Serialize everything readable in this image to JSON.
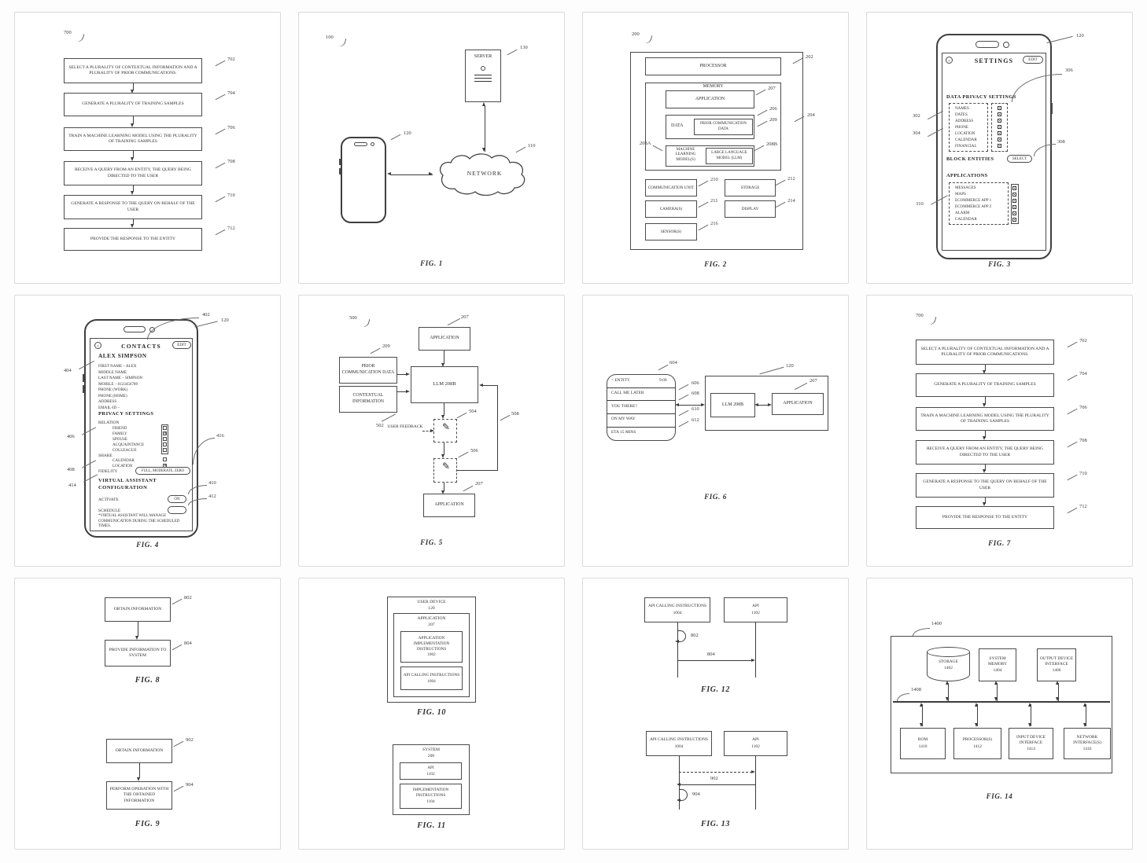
{
  "page": {
    "ink": "#3a3a3a",
    "card_border": "#dadada",
    "background": "#ffffff"
  },
  "icons": {
    "back": "‹",
    "pencil": "✎",
    "check": "✕"
  },
  "flow700": {
    "label": "700",
    "caption": "FIG. 7",
    "steps": [
      {
        "text": "SELECT A PLURALITY OF CONTEXTUAL INFORMATION AND A PLURALITY OF PRIOR COMMUNICATIONS.",
        "ref": "702"
      },
      {
        "text": "GENERATE A PLURALITY OF TRAINING SAMPLES",
        "ref": "704"
      },
      {
        "text": "TRAIN A MACHINE LEARNING MODEL USING THE PLURALITY OF TRAINING SAMPLES",
        "ref": "706"
      },
      {
        "text": "RECEIVE A QUERY FROM AN ENTITY, THE QUERY BEING DIRECTED TO THE USER",
        "ref": "708"
      },
      {
        "text": "GENERATE A RESPONSE TO THE QUERY ON BEHALF OF THE USER",
        "ref": "710"
      },
      {
        "text": "PROVIDE THE RESPONSE TO THE ENTITY",
        "ref": "712"
      }
    ]
  },
  "fig1": {
    "label": "100",
    "caption": "FIG. 1",
    "server": "SERVER",
    "server_ref": "130",
    "phone_ref": "120",
    "network": "NETWORK",
    "network_ref": "110"
  },
  "fig2": {
    "label": "200",
    "caption": "FIG. 2",
    "processor": "PROCESSOR",
    "processor_ref": "202",
    "memory": "MEMORY",
    "memory_ref": "204",
    "application": "APPLICATION",
    "application_ref": "207",
    "data": "DATA",
    "data_ref": "206",
    "prior_comm": "PRIOR COMMUNICATION DATA",
    "prior_comm_ref": "209",
    "ml_models": "MACHINE LEARNING MODEL(S)",
    "ml_models_ref": "208A",
    "llm": "LARGE LANGUAGE MODEL (LLM)",
    "llm_ref": "208B",
    "comm_unit": "COMMUNICATION UNIT",
    "comm_unit_ref": "210",
    "cameras": "CAMERA(S)",
    "cameras_ref": "211",
    "sensors": "SENSOR(S)",
    "sensors_ref": "216",
    "storage": "STORAGE",
    "storage_ref": "212",
    "display": "DISPLAY",
    "display_ref": "214"
  },
  "fig3": {
    "caption": "FIG. 3",
    "phone_ref": "120",
    "title": "SETTINGS",
    "edit": "EDIT",
    "privacy_heading": "DATA PRIVACY SETTINGS",
    "privacy_items": [
      "NAMES",
      "DATES",
      "ADDRESS",
      "PHONE",
      "LOCATION",
      "CALENDAR",
      "FINANCIAL"
    ],
    "privacy_list_ref": "302",
    "privacy_list_ref2": "304",
    "privacy_checks_ref": "306",
    "block_heading": "BLOCK ENTITIES",
    "select": "SELECT",
    "select_ref": "308",
    "apps_heading": "APPLICATIONS",
    "apps_items": [
      "MESSAGES",
      "MAPS",
      "ECOMMERCE APP 1",
      "ECOMMERCE APP 2",
      "ALARM",
      "CALENDAR"
    ],
    "apps_ref": "310"
  },
  "fig4": {
    "caption": "FIG. 4",
    "phone_ref": "120",
    "title_ref": "402",
    "title": "CONTACTS",
    "edit": "EDIT",
    "name": "ALEX SIMPSON",
    "name_ref": "404",
    "fields": [
      "FIRST NAME – ALEX",
      "MIDDLE NAME",
      "LAST NAME – SIMPSON",
      "MOBILE – 0123456789",
      "PHONE (WORK)",
      "PHONE (HOME)",
      "ADDRESS",
      "EMAIL-ID –"
    ],
    "privacy_heading": "PRIVACY SETTINGS",
    "relation_label": "RELATION",
    "relation_ref": "406",
    "relation_items": [
      "FRIEND",
      "FAMILY",
      "SPOUSE",
      "ACQUAINTANCE",
      "COLLEAGUE"
    ],
    "share_label": "SHARE",
    "share_ref": "408",
    "share_items": [
      "CALENDAR",
      "LOCATION"
    ],
    "fidelity_label": "FIDELITY",
    "fidelity_ref": "414",
    "fidelity_value": "FULL, MODERATE, ZERO",
    "fidelity_value_ref": "416",
    "va_heading_1": "VIRTUAL ASSISTANT",
    "va_heading_2": "CONFIGURATION",
    "activate_label": "ACTIVATE",
    "activate_value": "ON",
    "activate_ref": "410",
    "schedule_label": "SCHEDULE",
    "schedule_ref": "412",
    "note": "*VIRTUAL ASSISTANT WILL MANAGE COMMUNICATION DURING THE SCHEDULED TIMES."
  },
  "fig5": {
    "label": "500",
    "caption": "FIG. 5",
    "app_top": "APPLICATION",
    "app_top_ref": "207",
    "prior": "PRIOR COMMUNICATION DATA",
    "prior_ref": "209",
    "ctx": "CONTEXTUAL INFORMATION",
    "ctx_ref": "502",
    "llm": "LLM 208B",
    "draft1_ref": "504",
    "draft2_ref": "506",
    "feedback": "USER FEEDBACK",
    "loop_ref": "508",
    "app_bottom": "APPLICATION",
    "app_bottom_ref": "207"
  },
  "fig6": {
    "caption": "FIG. 6",
    "chat_ref": "604",
    "chat_header": "< ENTITY",
    "chat_time": "9:09",
    "messages": [
      {
        "text": "CALL ME LATER",
        "ref": "606"
      },
      {
        "text": "YOU THERE?",
        "ref": "608"
      },
      {
        "text": "ON MY WAY",
        "ref": "610"
      },
      {
        "text": "ETA 15 MINS",
        "ref": "612"
      }
    ],
    "device_ref": "120",
    "llm": "LLM 208B",
    "app": "APPLICATION",
    "app_ref": "207"
  },
  "fig8": {
    "caption": "FIG. 8",
    "steps": [
      {
        "text": "OBTAIN INFORMATION",
        "ref": "802"
      },
      {
        "text": "PROVIDE INFORMATION TO SYSTEM",
        "ref": "804"
      }
    ]
  },
  "fig9": {
    "caption": "FIG. 9",
    "steps": [
      {
        "text": "OBTAIN INFORMATION",
        "ref": "902"
      },
      {
        "text": "PERFORM OPERATION WITH THE OBTAINED INFORMATION",
        "ref": "904"
      }
    ]
  },
  "fig10": {
    "caption": "FIG. 10",
    "device": "USER DEVICE",
    "device_num": "120",
    "app": "APPLICATION",
    "app_num": "207",
    "impl": "APPLICATION IMPLEMENTATION INSTRUCTIONS",
    "impl_num": "1002",
    "api": "API CALLING INSTRUCTIONS",
    "api_num": "1004"
  },
  "fig11": {
    "caption": "FIG. 11",
    "system": "SYSTEM",
    "system_num": "200",
    "api": "API",
    "api_num": "1102",
    "impl": "IMPLEMENTATION INSTRUCTIONS",
    "impl_num": "1104"
  },
  "fig12": {
    "caption": "FIG. 12",
    "left": "API CALLING INSTRUCTIONS",
    "left_num": "1004",
    "right": "API",
    "right_num": "1102",
    "loop_ref": "802",
    "msg_ref": "804"
  },
  "fig13": {
    "caption": "FIG. 13",
    "left": "API CALLING INSTRUCTIONS",
    "left_num": "1004",
    "right": "API",
    "right_num": "1102",
    "ret_ref": "902",
    "loop_ref": "904"
  },
  "fig14": {
    "label": "1400",
    "caption": "FIG. 14",
    "bus_ref": "1408",
    "top": [
      {
        "text": "STORAGE",
        "num": "1402"
      },
      {
        "text": "SYSTEM MEMORY",
        "num": "1404"
      },
      {
        "text": "OUTPUT DEVICE INTERFACE",
        "num": "1406"
      }
    ],
    "bottom": [
      {
        "text": "ROM",
        "num": "1410"
      },
      {
        "text": "PROCESSOR(S)",
        "num": "1412"
      },
      {
        "text": "INPUT DEVICE INTERFACE",
        "num": "1414"
      },
      {
        "text": "NETWORK INTERFACE(S)",
        "num": "1416"
      }
    ]
  }
}
